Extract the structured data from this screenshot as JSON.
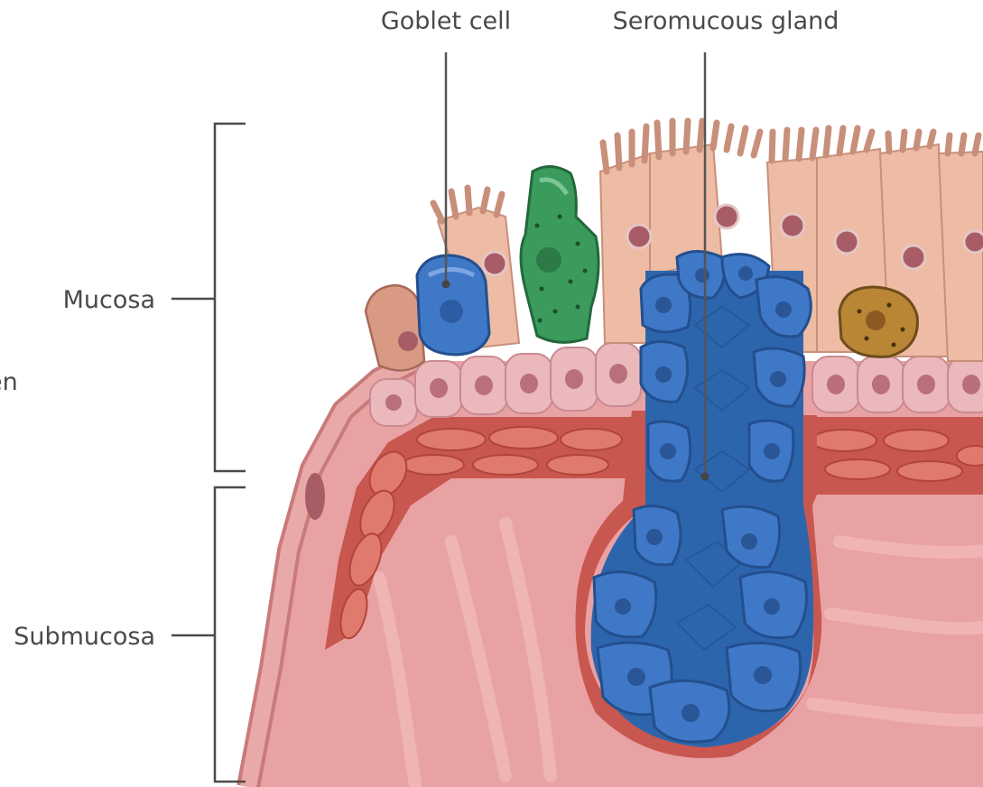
{
  "labels": {
    "goblet_cell": "Goblet cell",
    "seromucous_gland": "Seromucous gland",
    "mucosa": "Mucosa",
    "submucosa": "Submucosa",
    "cut_off_left": "en"
  },
  "colors": {
    "text": "#4a4a4a",
    "leader_line": "#555555",
    "submucosa_fill": "#e9a2a3",
    "lamina_propria": "#c8574f",
    "basal_cells": "#e8b6b8",
    "columnar_cells": "#eebca4",
    "gland_cells": "#3f78c6",
    "goblet_cell": "#3f78c6",
    "green_cell": "#3a9b5c",
    "brown_cell": "#b98635",
    "nucleus": "#a85d66"
  }
}
